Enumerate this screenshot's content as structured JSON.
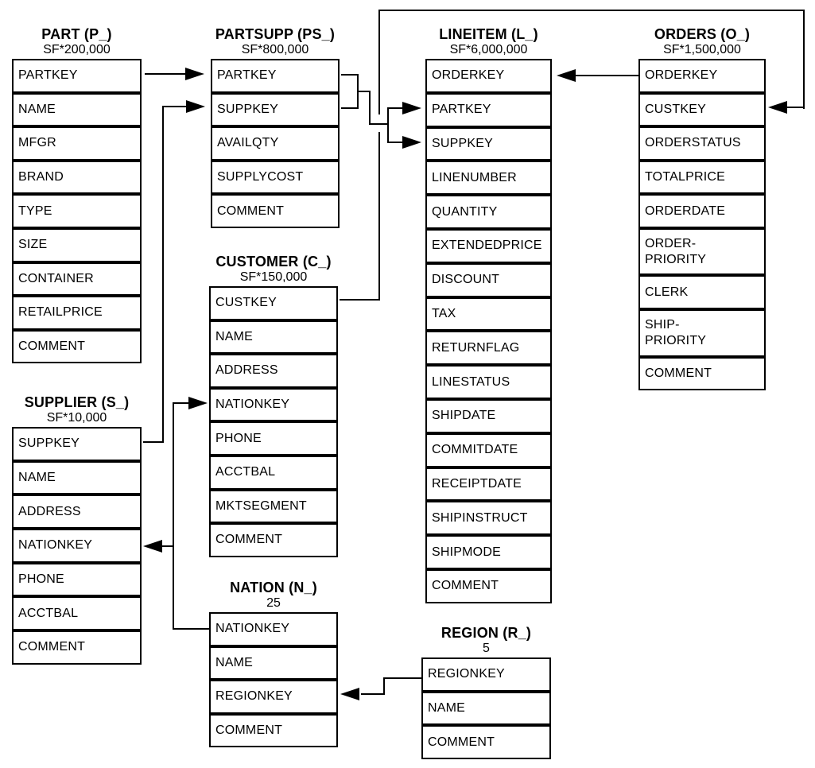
{
  "tables": {
    "part": {
      "title": "PART (P_)",
      "cardinality": "SF*200,000",
      "columns": [
        "PARTKEY",
        "NAME",
        "MFGR",
        "BRAND",
        "TYPE",
        "SIZE",
        "CONTAINER",
        "RETAILPRICE",
        "COMMENT"
      ]
    },
    "partsupp": {
      "title": "PARTSUPP (PS_)",
      "cardinality": "SF*800,000",
      "columns": [
        "PARTKEY",
        "SUPPKEY",
        "AVAILQTY",
        "SUPPLYCOST",
        "COMMENT"
      ]
    },
    "lineitem": {
      "title": "LINEITEM (L_)",
      "cardinality": "SF*6,000,000",
      "columns": [
        "ORDERKEY",
        "PARTKEY",
        "SUPPKEY",
        "LINENUMBER",
        "QUANTITY",
        "EXTENDEDPRICE",
        "DISCOUNT",
        "TAX",
        "RETURNFLAG",
        "LINESTATUS",
        "SHIPDATE",
        "COMMITDATE",
        "RECEIPTDATE",
        "SHIPINSTRUCT",
        "SHIPMODE",
        "COMMENT"
      ]
    },
    "orders": {
      "title": "ORDERS (O_)",
      "cardinality": "SF*1,500,000",
      "columns": [
        "ORDERKEY",
        "CUSTKEY",
        "ORDERSTATUS",
        "TOTALPRICE",
        "ORDERDATE",
        "ORDER-\nPRIORITY",
        "CLERK",
        "SHIP-\nPRIORITY",
        "COMMENT"
      ]
    },
    "customer": {
      "title": "CUSTOMER (C_)",
      "cardinality": "SF*150,000",
      "columns": [
        "CUSTKEY",
        "NAME",
        "ADDRESS",
        "NATIONKEY",
        "PHONE",
        "ACCTBAL",
        "MKTSEGMENT",
        "COMMENT"
      ]
    },
    "supplier": {
      "title": "SUPPLIER (S_)",
      "cardinality": "SF*10,000",
      "columns": [
        "SUPPKEY",
        "NAME",
        "ADDRESS",
        "NATIONKEY",
        "PHONE",
        "ACCTBAL",
        "COMMENT"
      ]
    },
    "nation": {
      "title": "NATION (N_)",
      "cardinality": "25",
      "columns": [
        "NATIONKEY",
        "NAME",
        "REGIONKEY",
        "COMMENT"
      ]
    },
    "region": {
      "title": "REGION (R_)",
      "cardinality": "5",
      "columns": [
        "REGIONKEY",
        "NAME",
        "COMMENT"
      ]
    }
  },
  "relationships": [
    {
      "id": "part-partkey-to-partsupp-partkey",
      "from": "PART.PARTKEY",
      "to": "PARTSUPP.PARTKEY"
    },
    {
      "id": "supplier-suppkey-to-partsupp-suppkey",
      "from": "SUPPLIER.SUPPKEY",
      "to": "PARTSUPP.SUPPKEY"
    },
    {
      "id": "partsupp-keys-to-lineitem-keys",
      "from": "PARTSUPP.PARTKEY / PARTSUPP.SUPPKEY",
      "to": "LINEITEM.PARTKEY / LINEITEM.SUPPKEY"
    },
    {
      "id": "orders-orderkey-to-lineitem-orderkey",
      "from": "ORDERS.ORDERKEY",
      "to": "LINEITEM.ORDERKEY"
    },
    {
      "id": "customer-custkey-to-orders-custkey",
      "from": "CUSTOMER.CUSTKEY",
      "to": "ORDERS.CUSTKEY"
    },
    {
      "id": "nation-nationkey-to-supplier-and-customer-nationkey",
      "from": "NATION.NATIONKEY",
      "to": "SUPPLIER.NATIONKEY / CUSTOMER.NATIONKEY"
    },
    {
      "id": "region-regionkey-to-nation-regionkey",
      "from": "REGION.REGIONKEY",
      "to": "NATION.REGIONKEY"
    }
  ]
}
